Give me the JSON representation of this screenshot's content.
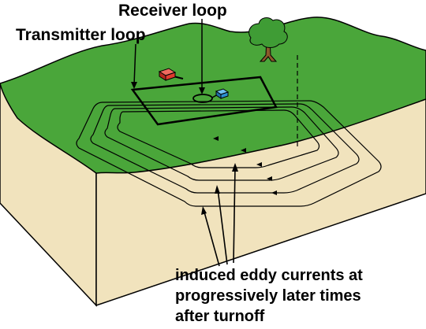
{
  "labels": {
    "receiver_loop": "Receiver loop",
    "transmitter_loop": "Transmitter loop"
  },
  "caption": {
    "lines": [
      "induced eddy currents at",
      "progressively later times",
      "after turnoff"
    ]
  },
  "colors": {
    "ground_surface": "#4aa63a",
    "block_side": "#f1e3bd",
    "outline": "#000000",
    "tree_canopy": "#3f9c35",
    "tree_trunk": "#8b5a2b",
    "transmitter_box": "#e03a2e",
    "receiver_box": "#2a8fd0"
  }
}
